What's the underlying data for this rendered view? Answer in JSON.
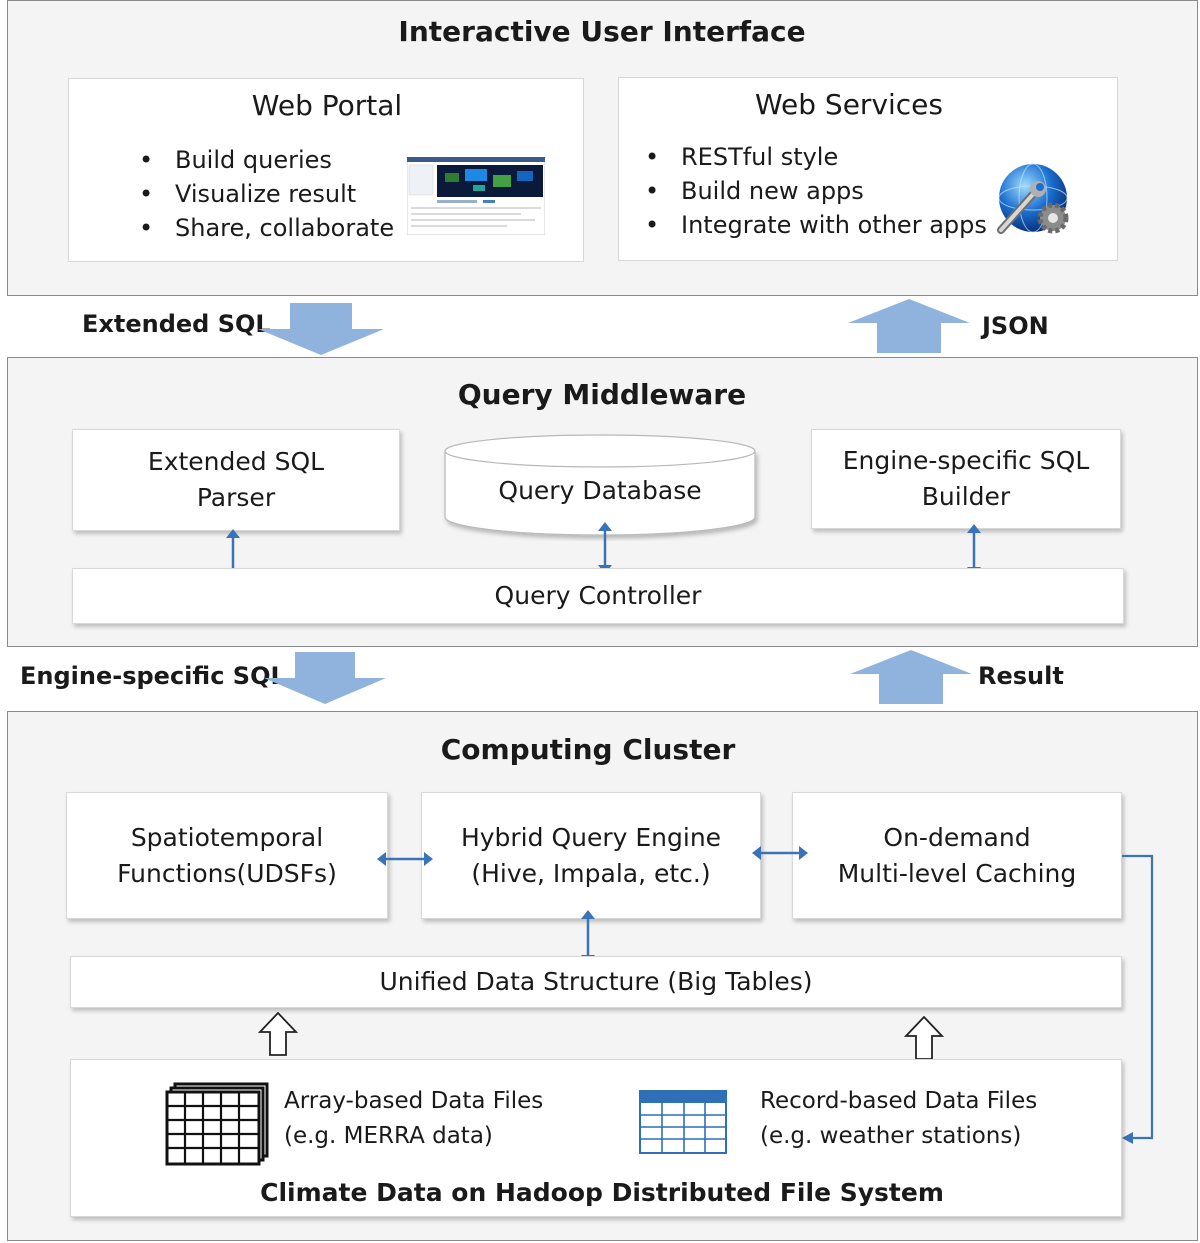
{
  "ui_layer": {
    "title": "Interactive User Interface",
    "web_portal": {
      "title": "Web Portal",
      "bullets": [
        "Build queries",
        "Visualize result",
        "Share, collaborate"
      ]
    },
    "web_services": {
      "title": "Web Services",
      "bullets": [
        "RESTful style",
        "Build new apps",
        "Integrate with other apps"
      ]
    }
  },
  "flows_top": {
    "down_label": "Extended SQL",
    "up_label": "JSON"
  },
  "middleware": {
    "title": "Query Middleware",
    "parser": [
      "Extended SQL",
      "Parser"
    ],
    "database": "Query Database",
    "builder": [
      "Engine-specific SQL",
      "Builder"
    ],
    "controller": "Query Controller"
  },
  "flows_bottom": {
    "down_label": "Engine-specific SQL",
    "up_label": "Result"
  },
  "cluster": {
    "title": "Computing Cluster",
    "functions": [
      "Spatiotemporal",
      "Functions(UDSFs)"
    ],
    "engine": [
      "Hybrid Query Engine",
      "(Hive, Impala, etc.)"
    ],
    "caching": [
      "On-demand",
      "Multi-level Caching"
    ],
    "data_structure": "Unified Data Structure (Big Tables)",
    "storage": {
      "array_files": [
        "Array-based Data Files",
        "(e.g. MERRA data)"
      ],
      "record_files": [
        "Record-based Data Files",
        "(e.g. weather stations)"
      ],
      "caption": "Climate Data on Hadoop Distributed File System"
    }
  },
  "colors": {
    "flow_arrow": "#8fb3dd",
    "connector": "#3a73b8",
    "panel_bg": "#f4f4f4"
  },
  "icons": {
    "portal_screenshot": "portal-screenshot-thumbnail",
    "web_services": "globe-wrench-gear-icon",
    "array_files": "stacked-grid-icon",
    "record_files": "table-icon"
  }
}
